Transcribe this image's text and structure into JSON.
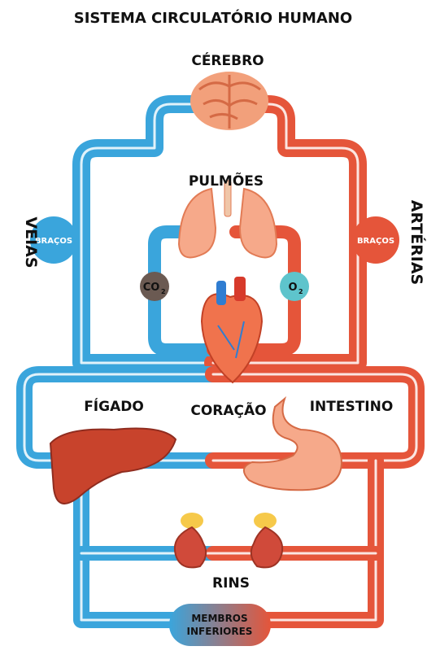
{
  "title": "SISTEMA CIRCULATÓRIO HUMANO",
  "labels": {
    "brain": "CÉREBRO",
    "lungs": "PULMÕES",
    "heart": "CORAÇÃO",
    "liver": "FÍGADO",
    "intestine": "INTESTINO",
    "kidneys": "RINS",
    "veins": "VEIAS",
    "arteries": "ARTÉRIAS",
    "arms_left": "BRAÇOS",
    "arms_right": "BRAÇOS",
    "co2": "CO",
    "co2_sub": "2",
    "o2": "O",
    "o2_sub": "2",
    "lower_limbs_1": "MEMBROS",
    "lower_limbs_2": "INFERIORES"
  },
  "colors": {
    "vein": "#3aa5dc",
    "artery": "#e5553a",
    "co2": "#6b5a52",
    "o2": "#5ec4cc",
    "organ": "#f08a5d",
    "organ_dark": "#d9532c",
    "liver": "#c8432c",
    "kidney": "#d04a3a",
    "fat": "#f6c94a"
  }
}
